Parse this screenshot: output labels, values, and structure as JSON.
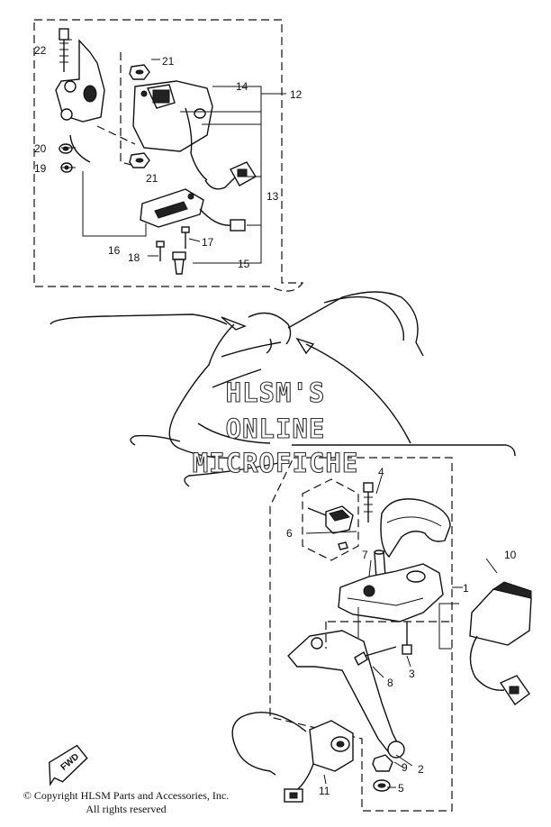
{
  "callouts": {
    "c1": "1",
    "c2": "2",
    "c3": "3",
    "c4": "4",
    "c5": "5",
    "c6": "6",
    "c7": "7",
    "c8": "8",
    "c9": "9",
    "c10": "10",
    "c11": "11",
    "c12": "12",
    "c13": "13",
    "c14": "14",
    "c15": "15",
    "c16": "16",
    "c17": "17",
    "c18": "18",
    "c19": "19",
    "c20": "20",
    "c21a": "21",
    "c21b": "21",
    "c22": "22"
  },
  "watermark": {
    "line1": "HLSM'S",
    "line2": "ONLINE",
    "line3": "MICROFICHE"
  },
  "fwd_label": "FWD",
  "copyright": {
    "line1": "© Copyright HLSM Parts and Accessories, Inc.",
    "line2": "All rights reserved"
  }
}
